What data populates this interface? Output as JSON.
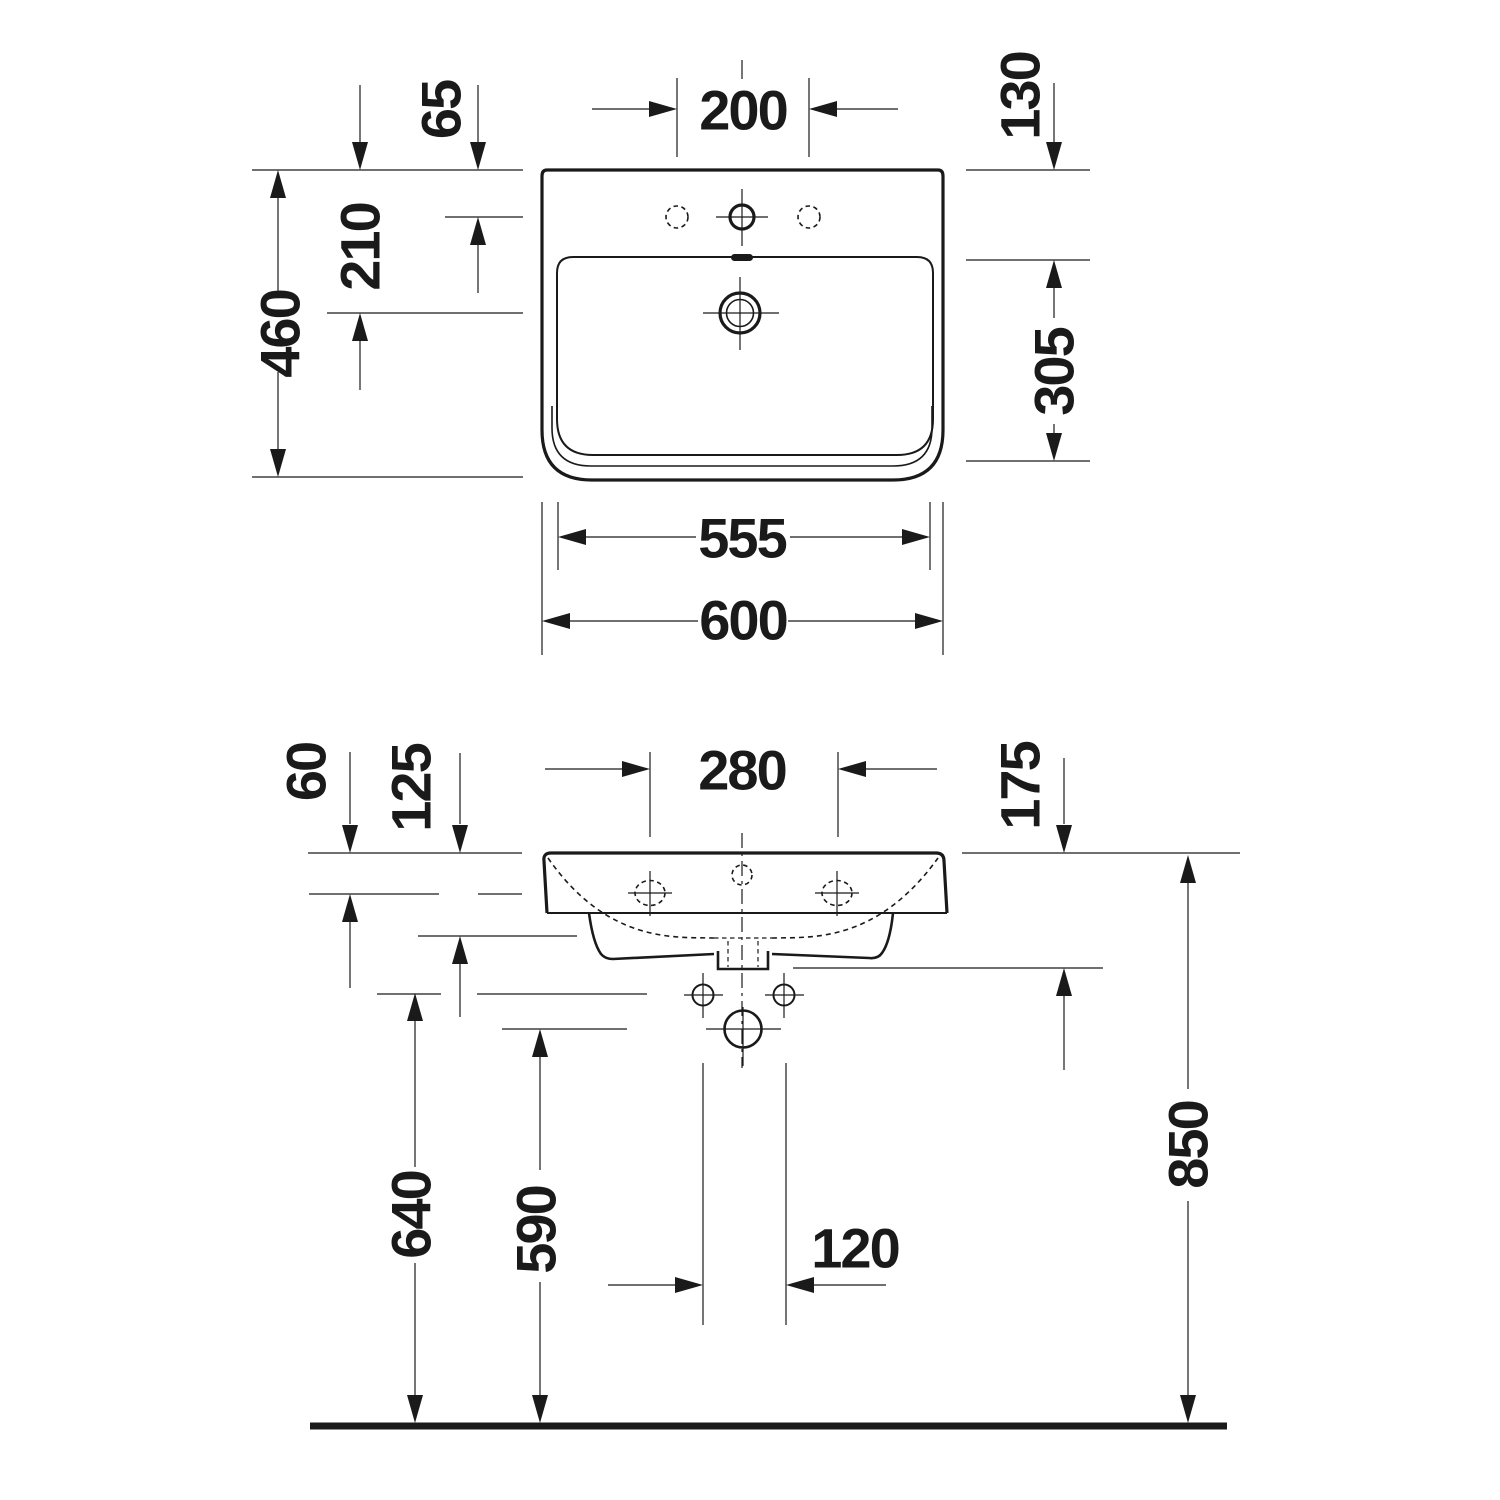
{
  "colors": {
    "ink": "#1a1a1a",
    "bg": "#ffffff"
  },
  "top": {
    "d460": "460",
    "d65": "65",
    "d210": "210",
    "d200": "200",
    "d130": "130",
    "d305": "305",
    "d555": "555",
    "d600": "600"
  },
  "front": {
    "d60": "60",
    "d125": "125",
    "d280": "280",
    "d175": "175",
    "d640": "640",
    "d590": "590",
    "d120": "120",
    "d850": "850"
  }
}
